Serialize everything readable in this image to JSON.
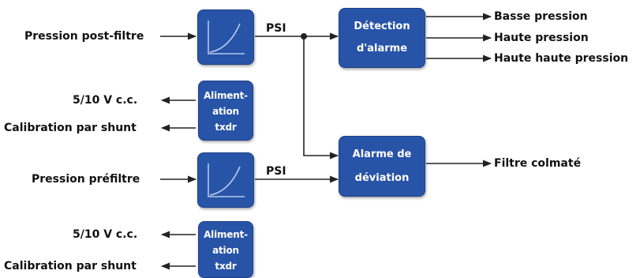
{
  "inputs": {
    "post_filter": "Pression post-filtre",
    "pre_filter": "Pression préfiltre"
  },
  "signal_labels": {
    "top": "PSI",
    "bottom": "PSI"
  },
  "supply_top": {
    "voltage": "5/10 V c.c.",
    "shunt": "Calibration par shunt",
    "box_lines": [
      "Aliment-",
      "ation",
      "txdr"
    ]
  },
  "supply_bottom": {
    "voltage": "5/10 V c.c.",
    "shunt": "Calibration par shunt",
    "box_lines": [
      "Aliment-",
      "ation",
      "txdr"
    ]
  },
  "alarm_detection": {
    "lines": [
      "Détection",
      "d'alarme"
    ],
    "outputs": [
      "Basse pression",
      "Haute pression",
      "Haute haute pression"
    ]
  },
  "deviation_alarm": {
    "lines": [
      "Alarme de",
      "déviation"
    ],
    "output": "Filtre colmaté"
  },
  "colors": {
    "box_fill": "#2854a8",
    "line": "#222222",
    "curve": "#b8c8ea"
  },
  "icons": {
    "transducer": "transfer-curve-icon",
    "arrow": "arrowhead-icon",
    "junction": "junction-dot-icon"
  }
}
